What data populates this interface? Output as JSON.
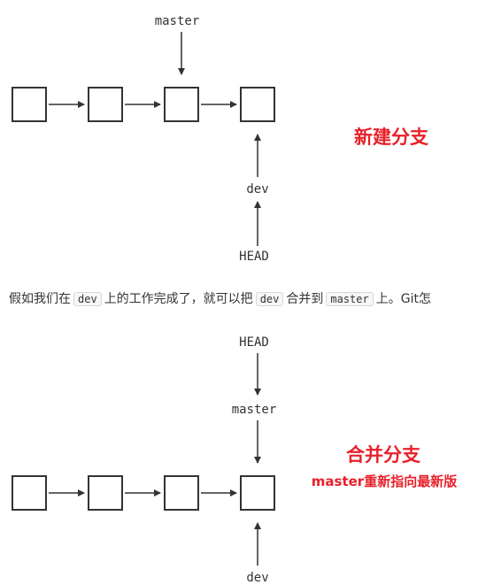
{
  "top_diagram": {
    "master_label": "master",
    "dev_label": "dev",
    "head_label": "HEAD",
    "title": "新建分支"
  },
  "paragraph": {
    "p1": "假如我们在",
    "code1": "dev",
    "p2": "上的工作完成了，就可以把",
    "code2": "dev",
    "p3": "合并到",
    "code3": "master",
    "p4": "上。Git怎"
  },
  "bottom_diagram": {
    "head_label": "HEAD",
    "master_label": "master",
    "dev_label": "dev",
    "title": "合并分支",
    "subtitle": "master重新指向最新版"
  },
  "colors": {
    "accent_red": "#e8202a",
    "stroke": "#333333"
  }
}
